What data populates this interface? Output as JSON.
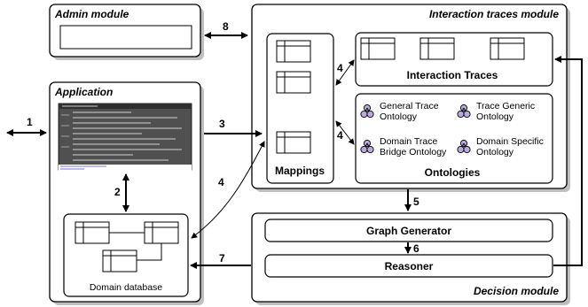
{
  "modules": {
    "admin": "Admin module",
    "interaction": "Interaction traces module",
    "application": "Application",
    "decision": "Decision module"
  },
  "boxes": {
    "interaction_traces": "Interaction Traces",
    "ontologies": "Ontologies",
    "mappings": "Mappings",
    "graph_generator": "Graph Generator",
    "reasoner": "Reasoner",
    "domain_database": "Domain database"
  },
  "ontologies": {
    "general_trace_1": "General Trace",
    "general_trace_2": "Ontology",
    "trace_generic_1": "Trace Generic",
    "trace_generic_2": "Ontology",
    "domain_trace_1": "Domain Trace",
    "domain_trace_2": "Bridge Ontology",
    "domain_specific_1": "Domain Specific",
    "domain_specific_2": "Ontology"
  },
  "labels": {
    "n1": "1",
    "n2": "2",
    "n3": "3",
    "n4a": "4",
    "n4b": "4",
    "n4c": "4",
    "n5": "5",
    "n6": "6",
    "n7": "7",
    "n8": "8"
  },
  "colors": {
    "shadow": "#bfbfbf",
    "ontology_icon": "#b9a9dd",
    "screenshot_bg": "#505050"
  }
}
